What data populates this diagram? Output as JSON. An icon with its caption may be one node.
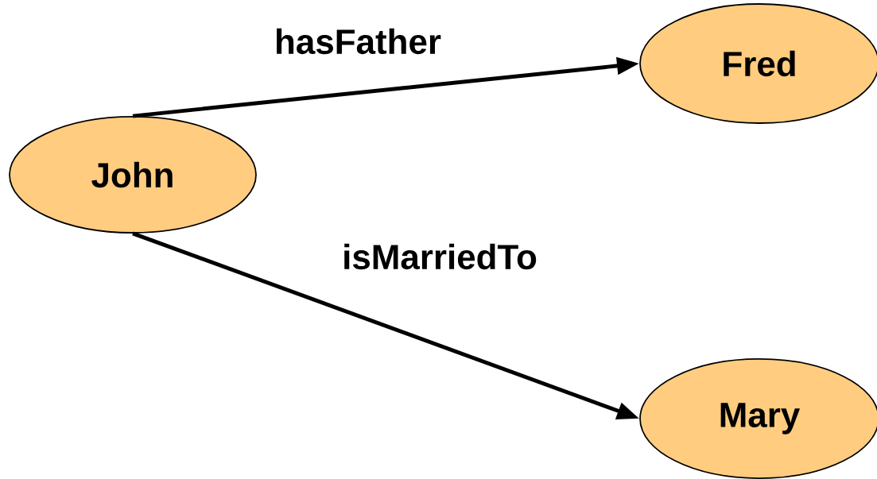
{
  "diagram": {
    "nodes": [
      {
        "text": [
          "John"
        ]
      },
      {
        "text": [
          "Fred"
        ]
      },
      {
        "text": [
          "Mary"
        ]
      }
    ],
    "edges": [
      {
        "from": 0,
        "to": 1,
        "arrow": "to",
        "label": "hasFather"
      },
      {
        "from": 0,
        "to": 2,
        "arrow": "to",
        "label": "isMarriedTo"
      }
    ]
  }
}
